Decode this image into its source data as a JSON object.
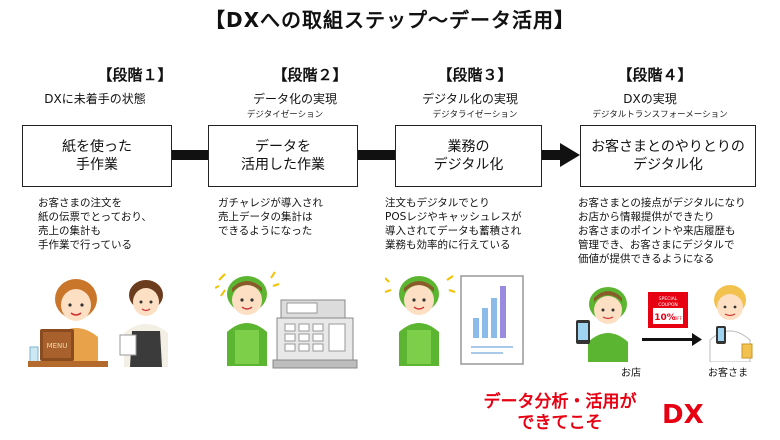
{
  "title": "【DXへの取組ステップ〜データ活用】",
  "steps": [
    {
      "label": "【段階１】",
      "state": "DXに未着手の状態",
      "term": "",
      "box": "紙を使った\n手作業",
      "desc": "お客さまの注文を\n紙の伝票でとっており、\n売上の集計も\n手作業で行っている"
    },
    {
      "label": "【段階２】",
      "state": "データ化の実現",
      "term": "デジタイゼーション",
      "box": "データを\n活用した作業",
      "desc": "ガチャレジが導入され\n売上データの集計は\nできるようになった"
    },
    {
      "label": "【段階３】",
      "state": "デジタル化の実現",
      "term": "デジタライゼーション",
      "box": "業務の\nデジタル化",
      "desc": "注文もデジタルでとり\nPOSレジやキャッシュレスが\n導入されてデータも蓄積され\n業務も効率的に行えている"
    },
    {
      "label": "【段階４】",
      "state": "DXの実現",
      "term": "デジタルトランスフォーメーション",
      "box": "お客さまとのやりとりの\nデジタル化",
      "desc": "お客さまとの接点がデジタルになり\nお店から情報提供ができたり\nお客さまのポイントや来店履歴も\n管理でき、お客さまにデジタルで\n価値が提供できるようになる"
    }
  ],
  "illustrations": {
    "menu_text": "MENU",
    "coupon_line1": "SPECIAL",
    "coupon_line2": "COUPON",
    "coupon_value": "10%",
    "coupon_suffix": "OFF",
    "shop_caption": "お店",
    "customer_caption": "お客さま"
  },
  "conclusion": {
    "line1": "データ分析・活用が",
    "line2": "できてこそ",
    "dx": "DX"
  },
  "colors": {
    "accent": "#e60012",
    "staff_green": "#5bb531"
  }
}
